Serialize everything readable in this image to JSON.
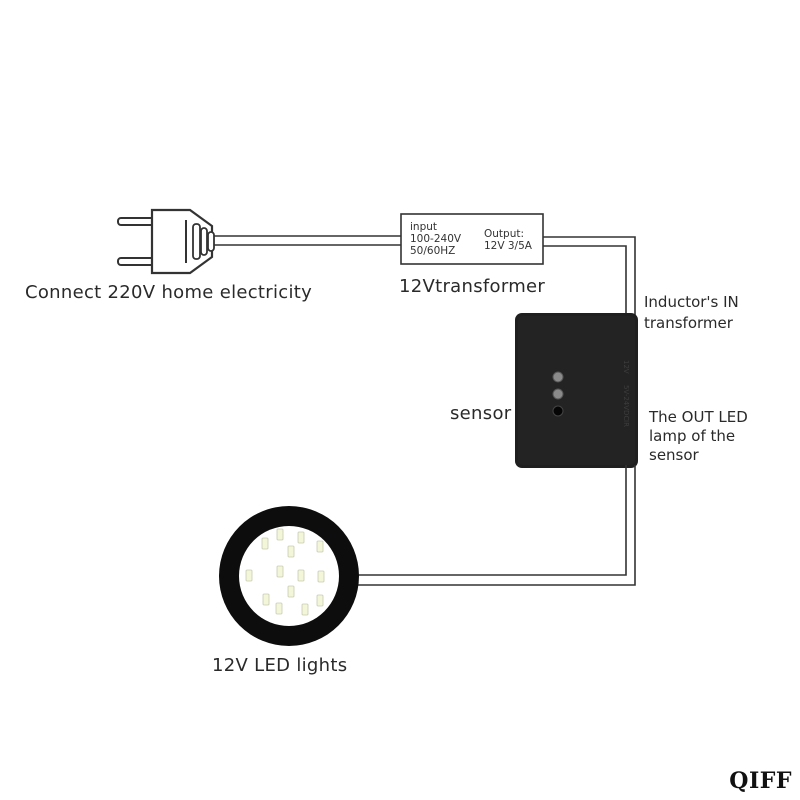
{
  "labels": {
    "plug": "Connect 220V home electricity",
    "transformer": "12Vtransformer",
    "sensor": "sensor",
    "inductor_line1": "Inductor's IN",
    "inductor_line2": "transformer",
    "out_line1": "The OUT LED",
    "out_line2": "lamp of the",
    "out_line3": "sensor",
    "led": "12V LED lights"
  },
  "transformer_box": {
    "input_label": "input",
    "input_voltage": "100-240V",
    "input_freq": "50/60HZ",
    "output_label": "Output:",
    "output_value": "12V 3/5A"
  },
  "watermark": "QIFF",
  "colors": {
    "wire": "#333333",
    "sensor_body": "#1f1f1f",
    "led_ring": "#0d0d0d",
    "led_chip": "#f4f6da"
  }
}
